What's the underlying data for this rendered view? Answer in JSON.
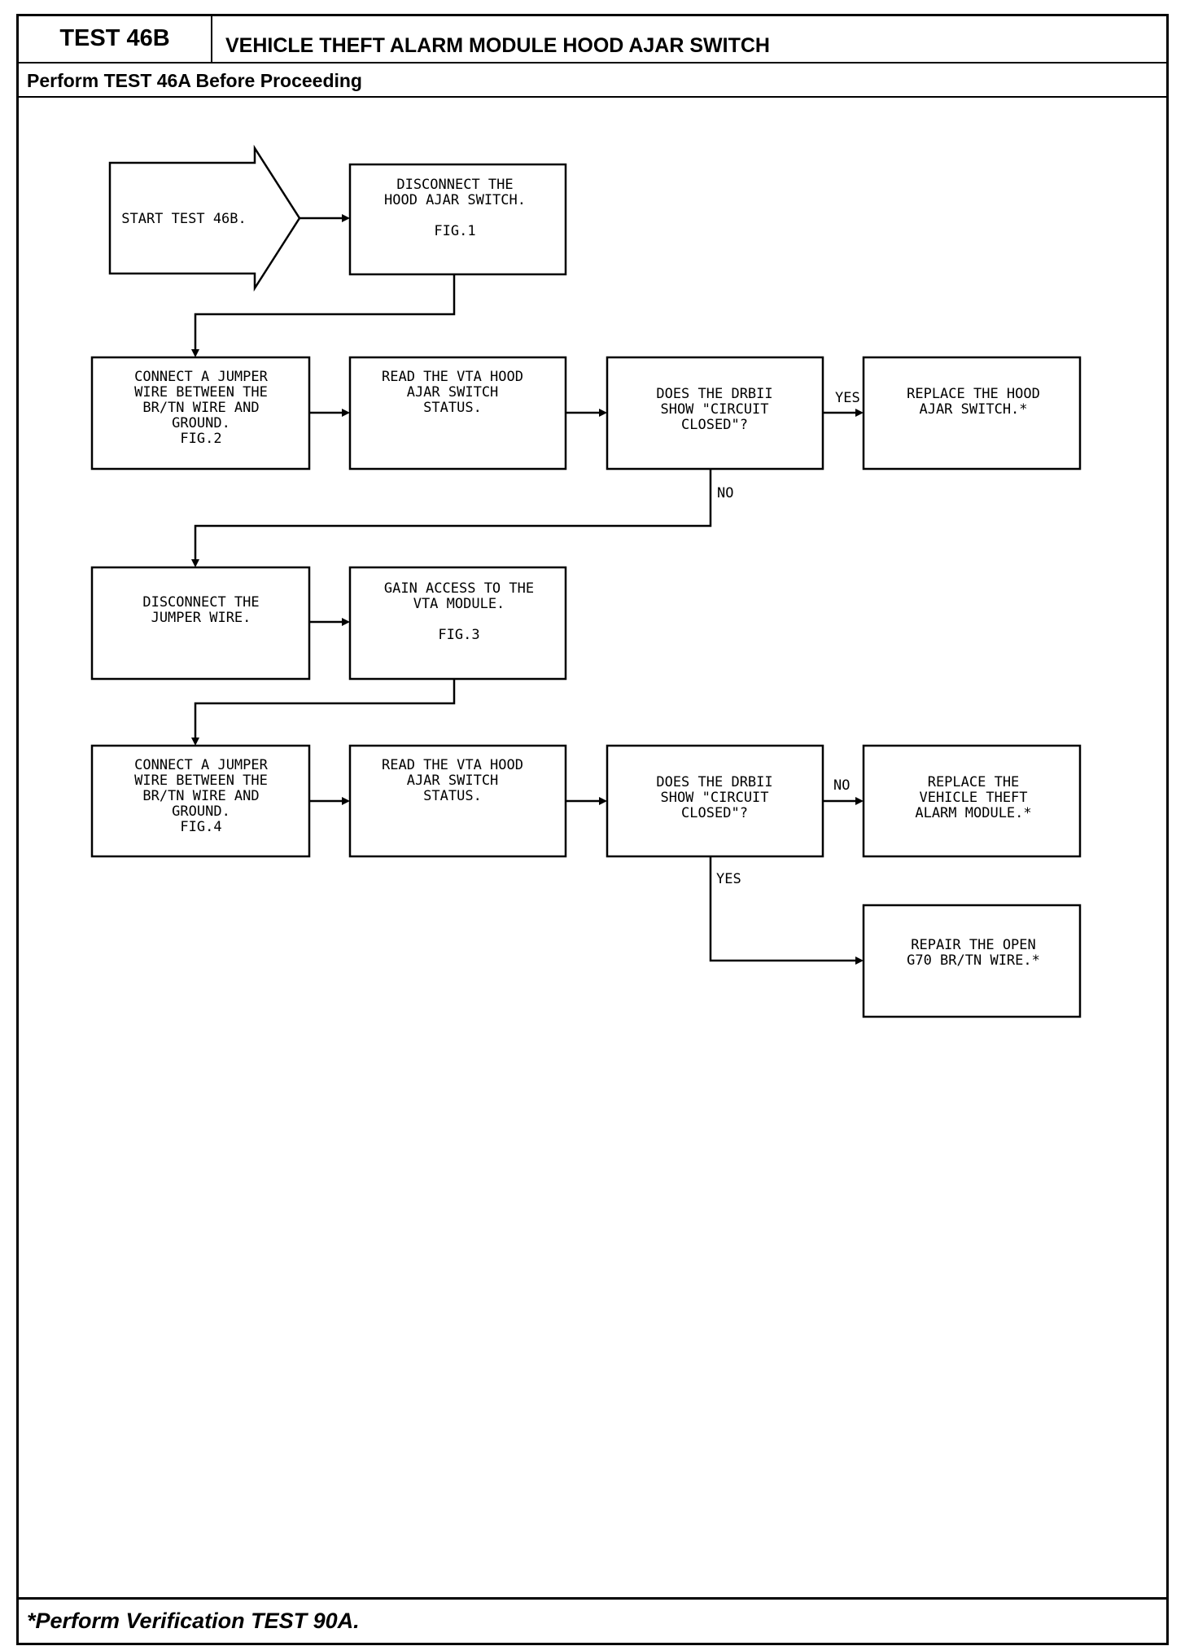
{
  "header": {
    "test_number": "TEST 46B",
    "title": "VEHICLE THEFT ALARM MODULE HOOD AJAR SWITCH",
    "prerequisite": "Perform TEST 46A Before Proceeding"
  },
  "flowchart": {
    "start": [
      "START TEST 46B."
    ],
    "disconnect_switch": [
      "DISCONNECT THE",
      "HOOD AJAR SWITCH.",
      "",
      "FIG.1"
    ],
    "jumper_1": [
      "CONNECT A JUMPER",
      "WIRE BETWEEN THE",
      "BR/TN WIRE AND",
      "GROUND.",
      "FIG.2"
    ],
    "read_1": [
      "READ THE VTA HOOD",
      "AJAR SWITCH",
      "STATUS."
    ],
    "decision_1": [
      "DOES THE DRBII",
      "SHOW \"CIRCUIT",
      "CLOSED\"?"
    ],
    "replace_switch": [
      "REPLACE THE HOOD",
      "AJAR SWITCH.*"
    ],
    "disconnect_jumper": [
      "DISCONNECT THE",
      "JUMPER WIRE."
    ],
    "gain_access": [
      "GAIN ACCESS TO THE",
      "VTA MODULE.",
      "",
      "FIG.3"
    ],
    "jumper_2": [
      "CONNECT A JUMPER",
      "WIRE BETWEEN THE",
      "BR/TN WIRE AND",
      "GROUND.",
      "FIG.4"
    ],
    "read_2": [
      "READ THE VTA HOOD",
      "AJAR SWITCH",
      "STATUS."
    ],
    "decision_2": [
      "DOES THE DRBII",
      "SHOW \"CIRCUIT",
      "CLOSED\"?"
    ],
    "replace_module": [
      "REPLACE THE",
      "VEHICLE THEFT",
      "ALARM MODULE.*"
    ],
    "repair_wire": [
      "REPAIR THE OPEN",
      "G70 BR/TN WIRE.*"
    ],
    "labels": {
      "yes_1": "YES",
      "no_1": "NO",
      "no_2": "NO",
      "yes_2": "YES"
    }
  },
  "footer": {
    "note": "*Perform Verification TEST 90A."
  }
}
